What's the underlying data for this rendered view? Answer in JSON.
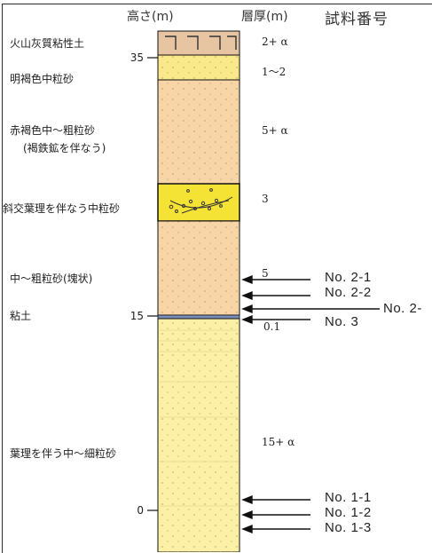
{
  "headers": {
    "elevation": "高さ(m)",
    "thickness": "層厚(m)",
    "sample_no": "試料番号"
  },
  "layers": [
    {
      "label": "火山灰質粘性土",
      "thickness": "2+ α",
      "color": "#e7c4a2"
    },
    {
      "label": "明褐色中粒砂",
      "thickness": "1～2",
      "color": "#f9e98a"
    },
    {
      "label": "赤褐色中～粗粒砂",
      "label2": "(褐鉄鉱を伴なう)",
      "thickness": "5+ α",
      "color": "#f8d5a6"
    },
    {
      "label": "斜交葉理を伴なう中粒砂",
      "thickness": "3",
      "color": "#f4e234"
    },
    {
      "label": "中～粗粒砂(塊状)",
      "thickness": "5",
      "color": "#f8d5a6"
    },
    {
      "label": "粘土",
      "thickness": "0.1",
      "color": "#7a8fb8"
    },
    {
      "label": "葉理を伴う中～細粒砂",
      "thickness": "15+ α",
      "color": "#fbf0a6"
    }
  ],
  "ticks": [
    "35",
    "15",
    "0"
  ],
  "samples": [
    "No. 2-1",
    "No. 2-2",
    "No. 2-",
    "No. 3",
    "No. 1-1",
    "No. 1-2",
    "No. 1-3"
  ],
  "colors": {
    "outline": "#111111",
    "arrow": "#111111"
  }
}
